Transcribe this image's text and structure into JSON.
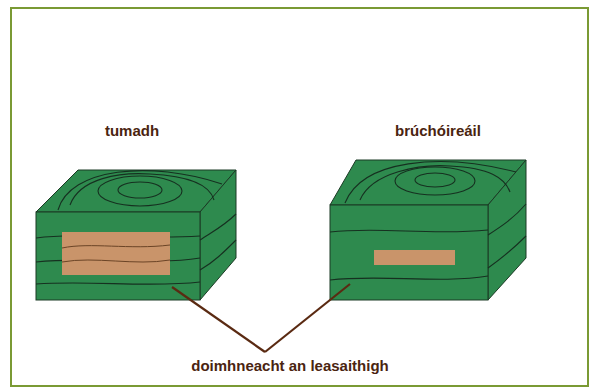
{
  "diagram": {
    "labels": [
      "tumadh",
      "brúchóireáil",
      "doimhneacht an leasaithigh"
    ]
  }
}
